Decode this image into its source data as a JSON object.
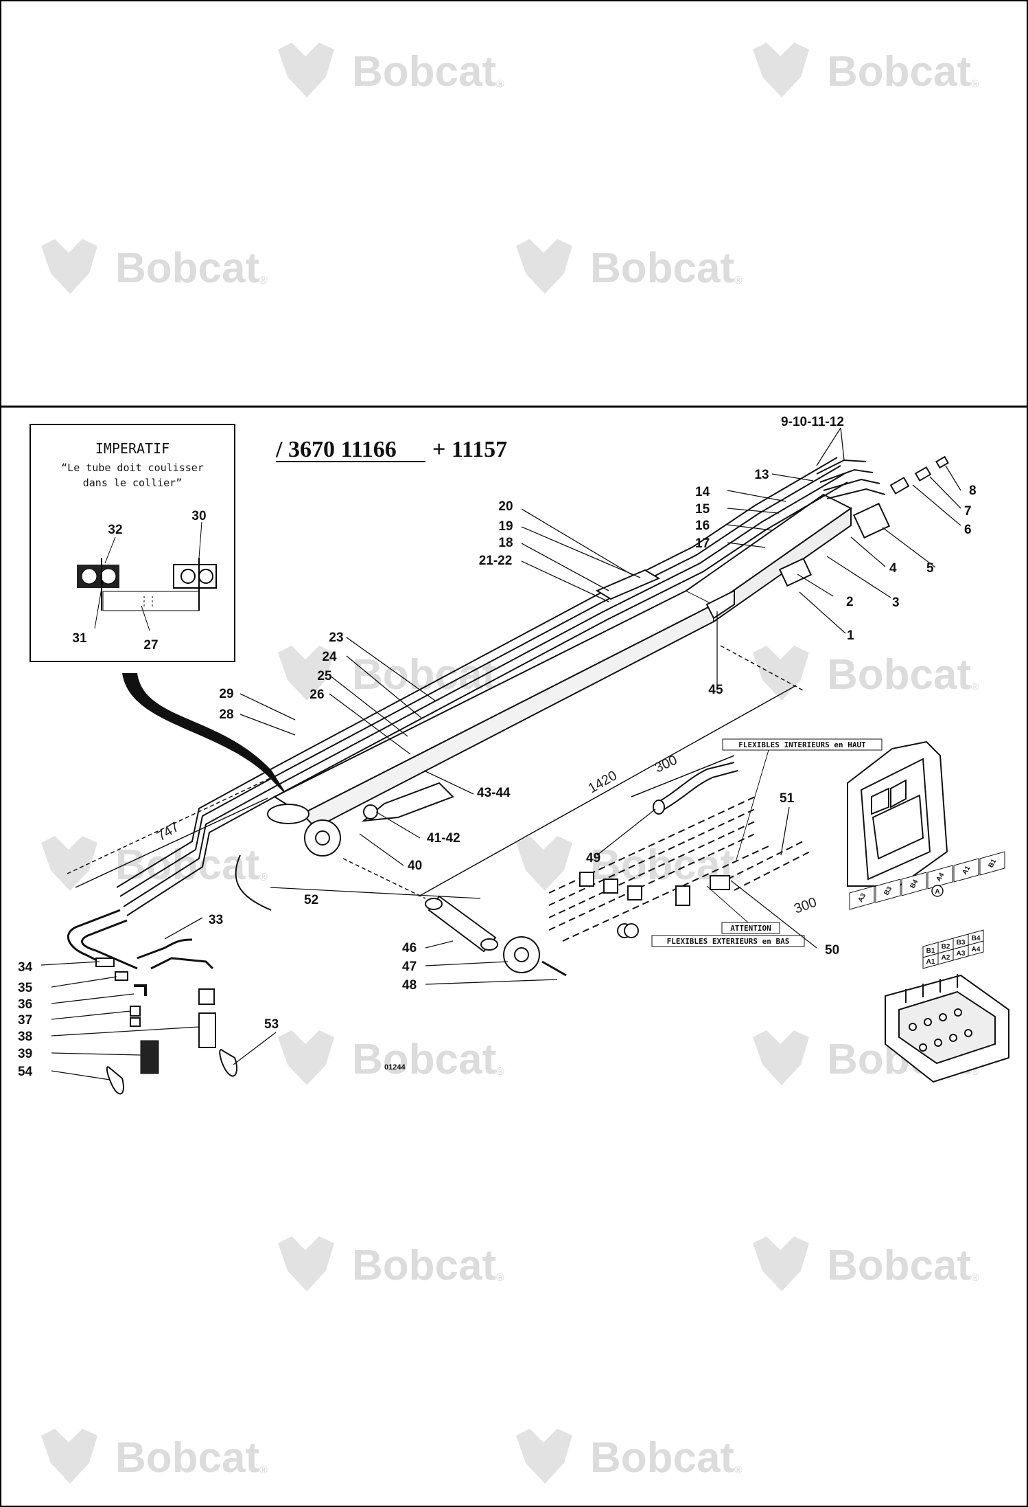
{
  "brand": {
    "watermark": "Bobcat",
    "registered_mark": "®"
  },
  "header": {
    "reference_prefix": "/ 3670 11166",
    "reference_suffix": "+ 11157"
  },
  "inset": {
    "title": "IMPERATIF",
    "line1": "“Le tube doit coulisser",
    "line2": "dans le collier”",
    "callouts": [
      "32",
      "30",
      "31",
      "27"
    ]
  },
  "callouts": {
    "c1": "1",
    "c2": "2",
    "c3": "3",
    "c4": "4",
    "c5": "5",
    "c6": "6",
    "c7": "7",
    "c8": "8",
    "c9_12": "9-10-11-12",
    "c13": "13",
    "c14": "14",
    "c15": "15",
    "c16": "16",
    "c17": "17",
    "c18": "18",
    "c19": "19",
    "c20": "20",
    "c21_22": "21-22",
    "c23": "23",
    "c24": "24",
    "c25": "25",
    "c26": "26",
    "c28": "28",
    "c29": "29",
    "c33": "33",
    "c34": "34",
    "c35": "35",
    "c36": "36",
    "c37": "37",
    "c38": "38",
    "c39": "39",
    "c40": "40",
    "c41_42": "41-42",
    "c43_44": "43-44",
    "c45": "45",
    "c46": "46",
    "c47": "47",
    "c48": "48",
    "c49": "49",
    "c50": "50",
    "c51": "51",
    "c52": "52",
    "c53": "53",
    "c54": "54"
  },
  "dimensions": {
    "d747": "747",
    "d1420": "1420",
    "d300a": "300",
    "d300b": "300"
  },
  "labels": {
    "flex_interieurs": "FLEXIBLES INTERIEURS en HAUT",
    "attention": "ATTENTION",
    "flex_exterieurs": "FLEXIBLES EXTERIEURS en BAS",
    "circle_a": "A",
    "drawing_number": "01244",
    "port_tags": [
      "A3",
      "B3",
      "B4",
      "A4",
      "A1",
      "B1"
    ],
    "valve_tags": [
      "B1",
      "B2",
      "B3",
      "B4",
      "A1",
      "A2",
      "A3",
      "A4"
    ]
  }
}
